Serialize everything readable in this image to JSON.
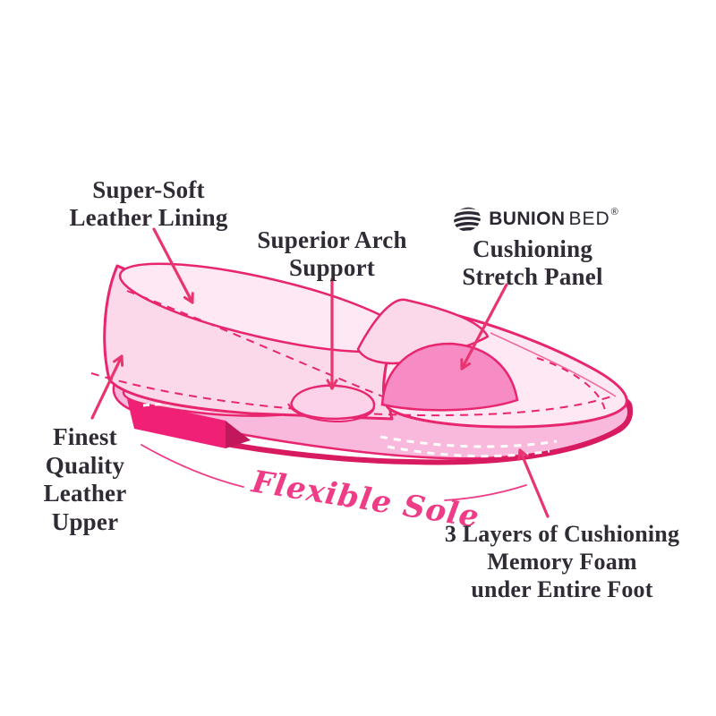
{
  "logo": {
    "icon": "striped-sphere-icon",
    "word_bold": "BUNION",
    "word_regular": "BED",
    "registered_mark": "®"
  },
  "callouts": {
    "leather_lining": "Super-Soft\nLeather Lining",
    "arch_support": "Superior Arch\nSupport",
    "stretch_panel": "Cushioning\nStretch Panel",
    "leather_upper": "Finest\nQuality\nLeather\nUpper",
    "flexible_sole": "Flexible Sole",
    "memory_foam": "3 Layers of Cushioning\nMemory Foam\nunder Entire Foot"
  },
  "colors": {
    "text_dark": "#312b36",
    "accent_pink_outline": "#e8256f",
    "arrow_pink": "#e8356f",
    "shoe_body_light": "#fbd9eb",
    "shoe_lining_lighter": "#fde8f3",
    "footbed_mid_pink": "#f8b9dc",
    "stretch_panel_dome": "#f78cc5",
    "heel_magenta": "#ef2076",
    "heel_shadow": "#c2185b",
    "outsole_dark": "#d81b60",
    "script_pink": "#ee3c86",
    "stitch_white": "#ffffff"
  }
}
